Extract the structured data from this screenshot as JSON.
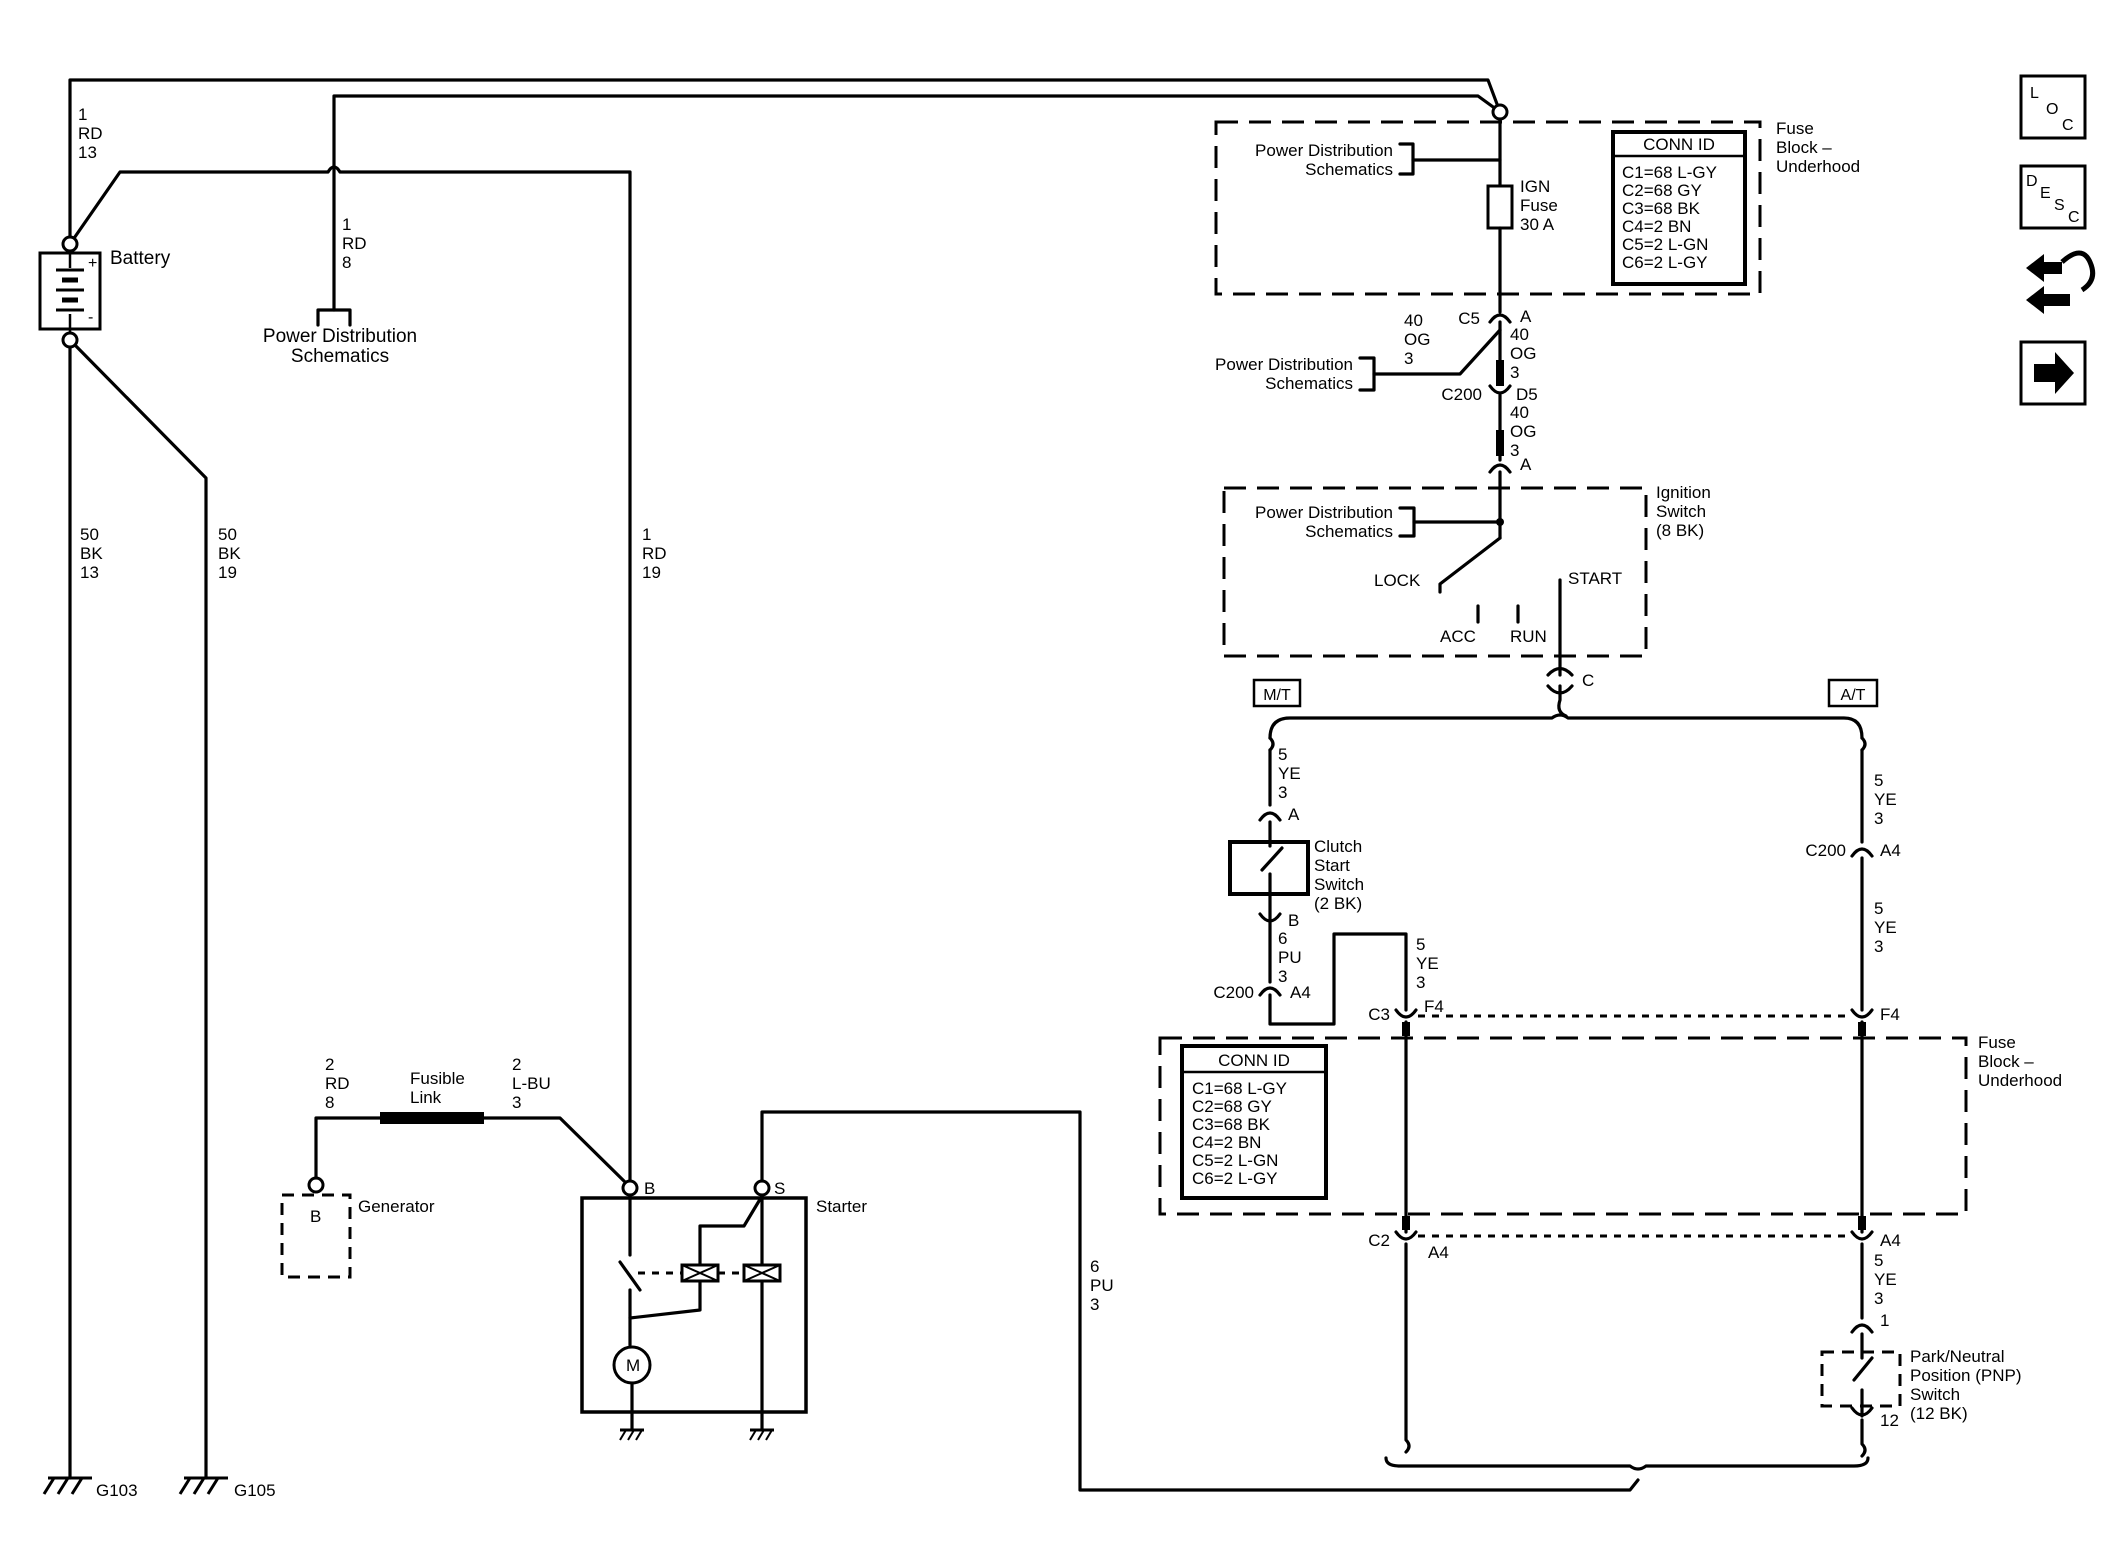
{
  "circuits": {
    "bat_top": [
      "1",
      "RD",
      "13"
    ],
    "rd8_top": [
      "1",
      "RD",
      "8"
    ],
    "bk13": [
      "50",
      "BK",
      "13"
    ],
    "bk19": [
      "50",
      "BK",
      "19"
    ],
    "rd19": [
      "1",
      "RD",
      "19"
    ],
    "rd8_gen": [
      "2",
      "RD",
      "8"
    ],
    "lbu": [
      "2",
      "L-BU",
      "3"
    ],
    "pu_bottom": [
      "6",
      "PU",
      "3"
    ],
    "og_left": [
      "40",
      "OG",
      "3"
    ],
    "og_1": [
      "40",
      "OG",
      "3"
    ],
    "og_2": [
      "40",
      "OG",
      "3"
    ],
    "ye_mt": [
      "5",
      "YE",
      "3"
    ],
    "pu_mt": [
      "6",
      "PU",
      "3"
    ],
    "ye_c3": [
      "5",
      "YE",
      "3"
    ],
    "ye_at1": [
      "5",
      "YE",
      "3"
    ],
    "ye_at2": [
      "5",
      "YE",
      "3"
    ],
    "ye_at3": [
      "5",
      "YE",
      "3"
    ]
  },
  "labels": {
    "battery": "Battery",
    "pds_rd8": [
      "Power Distribution",
      "Schematics"
    ],
    "pds_fuse": [
      "Power Distribution",
      "Schematics"
    ],
    "pds_og": [
      "Power Distribution",
      "Schematics"
    ],
    "pds_ign": [
      "Power Distribution",
      "Schematics"
    ],
    "fuse_block_top": [
      "Fuse",
      "Block –",
      "Underhood"
    ],
    "ign_fuse": [
      "IGN",
      "Fuse",
      "30 A"
    ],
    "ign_switch": [
      "Ignition",
      "Switch",
      "(8 BK)"
    ],
    "lock": "LOCK",
    "start": "START",
    "acc": "ACC",
    "run": "RUN",
    "mt": "M/T",
    "at": "A/T",
    "clutch": [
      "Clutch",
      "Start",
      "Switch",
      "(2 BK)"
    ],
    "fuse_block_bottom": [
      "Fuse",
      "Block –",
      "Underhood"
    ],
    "pnp": [
      "Park/Neutral",
      "Position (PNP)",
      "Switch",
      "(12 BK)"
    ],
    "fusible_link": [
      "Fusible",
      "Link"
    ],
    "generator": "Generator",
    "gen_pin": "B",
    "starter": "Starter",
    "starter_b": "B",
    "starter_s": "S",
    "motor": "M",
    "g103": "G103",
    "g105": "G105"
  },
  "connectors": {
    "c5": "C5",
    "c5_pin": "A",
    "c200_top": "C200",
    "c200_top_pin": "D5",
    "ign_pin": "A",
    "ign_c": "C",
    "clutch_a": "A",
    "clutch_b": "B",
    "c200_mt": "C200",
    "c200_mt_pin": "A4",
    "c3": "C3",
    "c3_pin": "F4",
    "f4_at": "F4",
    "c200_at": "C200",
    "c200_at_pin": "A4",
    "c2": "C2",
    "c2_pin": "A4",
    "a4_at": "A4",
    "pnp_1": "1",
    "pnp_12": "12"
  },
  "conn_id_top": {
    "title": "CONN ID",
    "rows": [
      "C1=68 L-GY",
      "C2=68 GY",
      "C3=68 BK",
      "C4=2 BN",
      "C5=2 L-GN",
      "C6=2 L-GY"
    ]
  },
  "conn_id_bottom": {
    "title": "CONN ID",
    "rows": [
      "C1=68 L-GY",
      "C2=68 GY",
      "C3=68 BK",
      "C4=2 BN",
      "C5=2 L-GN",
      "C6=2 L-GY"
    ]
  },
  "nav": {
    "loc": [
      "L",
      "O",
      "C"
    ],
    "desc": [
      "D",
      "E",
      "S",
      "C"
    ]
  }
}
